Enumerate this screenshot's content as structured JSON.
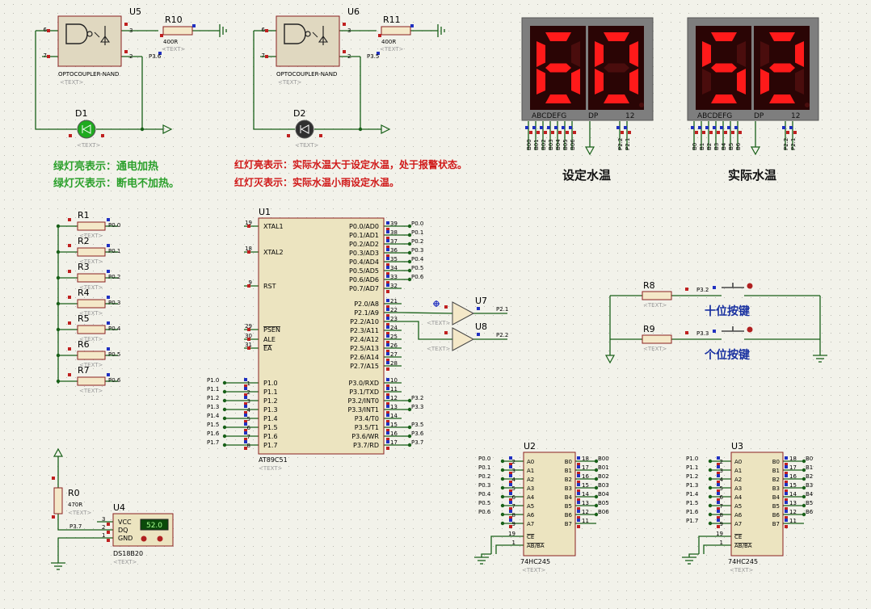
{
  "colors": {
    "background": "#f2f2ea",
    "grid_dot": "#b9b9b0",
    "component_fill": "#f4e8c8",
    "component_stroke": "#8a2020",
    "wire": "#186018",
    "pin_red": "#c02020",
    "pin_blue": "#2030c0",
    "seg_on": "#ff1a1a",
    "seg_off": "#4a0d0d",
    "display_body": "#7e7e7e",
    "display_face": "#2a0505",
    "note_green": "#2ca02c",
    "note_red": "#d01818",
    "label_blue": "#1830a0",
    "text": "#000000"
  },
  "optocouplers": [
    {
      "ref": "U5",
      "type": "OPTOCOUPLER-NAND",
      "text": "<TEXT>",
      "pin6": "6",
      "pin7": "7",
      "pin3": "3",
      "pin2": "2",
      "net": "P3.6"
    },
    {
      "ref": "U6",
      "type": "OPTOCOUPLER-NAND",
      "text": "<TEXT>",
      "pin6": "6",
      "pin7": "7",
      "pin3": "3",
      "pin2": "2",
      "net": "P3.5"
    }
  ],
  "opto_resistors": [
    {
      "ref": "R10",
      "value": "400R",
      "text": "<TEXT>"
    },
    {
      "ref": "R11",
      "value": "400R",
      "text": "<TEXT>"
    }
  ],
  "leds": [
    {
      "ref": "D1",
      "text": "<TEXT>",
      "color": "#1faa1f",
      "state": "on"
    },
    {
      "ref": "D2",
      "text": "<TEXT>",
      "color": "#303030",
      "state": "off"
    }
  ],
  "notes": {
    "green_on": "绿灯亮表示：通电加热",
    "green_off": "绿灯灭表示：断电不加热。",
    "red_on": "红灯亮表示：实际水温大于设定水温，处于报警状态。",
    "red_off": "红灯灭表示：实际水温小雨设定水温。"
  },
  "displays": [
    {
      "id": "set",
      "digits": "60",
      "segs_label": "ABCDEFG",
      "dp": "DP",
      "common": "12",
      "caption": "设定水温",
      "pins": [
        "B00",
        "B01",
        "B02",
        "B03",
        "B04",
        "B05",
        "B06",
        "P2.2",
        "P2.1"
      ]
    },
    {
      "id": "actual",
      "digits": "52",
      "segs_label": "ABCDEFG",
      "dp": "DP",
      "common": "12",
      "caption": "实际水温",
      "pins": [
        "B0",
        "B1",
        "B2",
        "B3",
        "B4",
        "B5",
        "B6",
        "P2.2",
        "P2.1"
      ]
    }
  ],
  "pullups": [
    {
      "ref": "R1",
      "text": "<TEXT>",
      "net": "P0.0"
    },
    {
      "ref": "R2",
      "text": "<TEXT>",
      "net": "P0.1"
    },
    {
      "ref": "R3",
      "text": "<TEXT>",
      "net": "P0.2"
    },
    {
      "ref": "R4",
      "text": "<TEXT>",
      "net": "P0.3"
    },
    {
      "ref": "R5",
      "text": "<TEXT>",
      "net": "P0.4"
    },
    {
      "ref": "R6",
      "text": "<TEXT>",
      "net": "P0.5"
    },
    {
      "ref": "R7",
      "text": "<TEXT>",
      "net": "P0.6"
    }
  ],
  "mcu": {
    "ref": "U1",
    "part": "AT89C51",
    "text": "<TEXT>",
    "left_top": [
      {
        "pin": "19",
        "name": "XTAL1"
      },
      {
        "pin": "18",
        "name": "XTAL2"
      },
      {
        "pin": "9",
        "name": "RST"
      },
      {
        "pin": "29",
        "name": "PSEN"
      },
      {
        "pin": "30",
        "name": "ALE"
      },
      {
        "pin": "31",
        "name": "EA"
      }
    ],
    "left_p1": [
      {
        "pin": "1",
        "name": "P1.0",
        "net": "P1.0"
      },
      {
        "pin": "2",
        "name": "P1.1",
        "net": "P1.1"
      },
      {
        "pin": "3",
        "name": "P1.2",
        "net": "P1.2"
      },
      {
        "pin": "4",
        "name": "P1.3",
        "net": "P1.3"
      },
      {
        "pin": "5",
        "name": "P1.4",
        "net": "P1.4"
      },
      {
        "pin": "6",
        "name": "P1.5",
        "net": "P1.5"
      },
      {
        "pin": "7",
        "name": "P1.6",
        "net": "P1.6"
      },
      {
        "pin": "8",
        "name": "P1.7",
        "net": "P1.7"
      }
    ],
    "right_p0": [
      {
        "pin": "39",
        "name": "P0.0/AD0",
        "net": "P0.0"
      },
      {
        "pin": "38",
        "name": "P0.1/AD1",
        "net": "P0.1"
      },
      {
        "pin": "37",
        "name": "P0.2/AD2",
        "net": "P0.2"
      },
      {
        "pin": "36",
        "name": "P0.3/AD3",
        "net": "P0.3"
      },
      {
        "pin": "35",
        "name": "P0.4/AD4",
        "net": "P0.4"
      },
      {
        "pin": "34",
        "name": "P0.5/AD5",
        "net": "P0.5"
      },
      {
        "pin": "33",
        "name": "P0.6/AD6",
        "net": "P0.6"
      },
      {
        "pin": "32",
        "name": "P0.7/AD7",
        "net": ""
      }
    ],
    "right_p2": [
      {
        "pin": "21",
        "name": "P2.0/A8",
        "net": ""
      },
      {
        "pin": "22",
        "name": "P2.1/A9",
        "net": ""
      },
      {
        "pin": "23",
        "name": "P2.2/A10",
        "net": ""
      },
      {
        "pin": "24",
        "name": "P2.3/A11",
        "net": ""
      },
      {
        "pin": "25",
        "name": "P2.4/A12",
        "net": ""
      },
      {
        "pin": "26",
        "name": "P2.5/A13",
        "net": ""
      },
      {
        "pin": "27",
        "name": "P2.6/A14",
        "net": ""
      },
      {
        "pin": "28",
        "name": "P2.7/A15",
        "net": ""
      }
    ],
    "right_p3": [
      {
        "pin": "10",
        "name": "P3.0/RXD",
        "net": ""
      },
      {
        "pin": "11",
        "name": "P3.1/TXD",
        "net": ""
      },
      {
        "pin": "12",
        "name": "P3.2/INT0",
        "net": "P3.2"
      },
      {
        "pin": "13",
        "name": "P3.3/INT1",
        "net": "P3.3"
      },
      {
        "pin": "14",
        "name": "P3.4/T0",
        "net": ""
      },
      {
        "pin": "15",
        "name": "P3.5/T1",
        "net": "P3.5"
      },
      {
        "pin": "16",
        "name": "P3.6/WR",
        "net": "P3.6"
      },
      {
        "pin": "17",
        "name": "P3.7/RD",
        "net": "P3.7"
      }
    ]
  },
  "buffers": [
    {
      "ref": "U7",
      "text": "<TEXT>",
      "net": "P2.1"
    },
    {
      "ref": "U8",
      "text": "<TEXT>",
      "net": "P2.2"
    }
  ],
  "buttons": [
    {
      "res": "R8",
      "text": "<TEXT>",
      "net": "P3.2",
      "label": "十位按键"
    },
    {
      "res": "R9",
      "text": "<TEXT>",
      "net": "P3.3",
      "label": "个位按键"
    }
  ],
  "sensor": {
    "ref": "U4",
    "part": "DS18B20",
    "text": "<TEXT>",
    "reading": "52.0",
    "pins": [
      {
        "num": "3",
        "name": "VCC"
      },
      {
        "num": "2",
        "name": "DQ"
      },
      {
        "num": "1",
        "name": "GND"
      }
    ],
    "net": "P3.7",
    "res": {
      "ref": "R0",
      "value": "470R",
      "text": "<TEXT>"
    }
  },
  "buses": [
    {
      "ref": "U2",
      "part": "74HC245",
      "text": "<TEXT>",
      "a_pins": [
        "2",
        "3",
        "4",
        "5",
        "6",
        "7",
        "8",
        "9"
      ],
      "a_names": [
        "A0",
        "A1",
        "A2",
        "A3",
        "A4",
        "A5",
        "A6",
        "A7"
      ],
      "a_nets": [
        "P0.0",
        "P0.1",
        "P0.2",
        "P0.3",
        "P0.4",
        "P0.5",
        "P0.6",
        ""
      ],
      "b_pins": [
        "18",
        "17",
        "16",
        "15",
        "14",
        "13",
        "12",
        "11"
      ],
      "b_names": [
        "B0",
        "B1",
        "B2",
        "B3",
        "B4",
        "B5",
        "B6",
        "B7"
      ],
      "b_nets": [
        "B00",
        "B01",
        "B02",
        "B03",
        "B04",
        "B05",
        "B06",
        ""
      ],
      "ce_pin": "19",
      "ce": "CE",
      "dir_pin": "1",
      "dir": "AB/BA"
    },
    {
      "ref": "U3",
      "part": "74HC245",
      "text": "<TEXT>",
      "a_pins": [
        "2",
        "3",
        "4",
        "5",
        "6",
        "7",
        "8",
        "9"
      ],
      "a_names": [
        "A0",
        "A1",
        "A2",
        "A3",
        "A4",
        "A5",
        "A6",
        "A7"
      ],
      "a_nets": [
        "P1.0",
        "P1.1",
        "P1.2",
        "P1.3",
        "P1.4",
        "P1.5",
        "P1.6",
        "P1.7"
      ],
      "b_pins": [
        "18",
        "17",
        "16",
        "15",
        "14",
        "13",
        "12",
        "11"
      ],
      "b_names": [
        "B0",
        "B1",
        "B2",
        "B3",
        "B4",
        "B5",
        "B6",
        "B7"
      ],
      "b_nets": [
        "B0",
        "B1",
        "B2",
        "B3",
        "B4",
        "B5",
        "B6",
        ""
      ],
      "ce_pin": "19",
      "ce": "CE",
      "dir_pin": "1",
      "dir": "AB/BA"
    }
  ]
}
